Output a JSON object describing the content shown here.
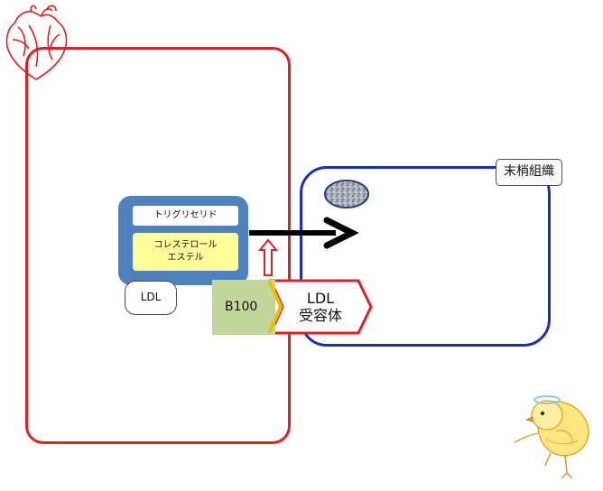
{
  "tissue": {
    "label": "末梢組織"
  },
  "ldl": {
    "triglyceride_label": "トリグリセリド",
    "cholesterol_ester_line1": "コレステロール",
    "cholesterol_ester_line2": "エステル",
    "label": "LDL"
  },
  "b100": {
    "label": "B100"
  },
  "receptor": {
    "line1": "LDL",
    "line2": "受容体"
  },
  "colors": {
    "blood_vessel_border": "#e02020",
    "tissue_border": "#1a2fb5",
    "ldl_particle": "#4f81bd",
    "cholesterol_ester_fill": "#ffff99",
    "b100_fill": "#c3d69b",
    "receptor_border": "#e02020"
  },
  "icons": {
    "heart": "heart-icon",
    "chick": "chick-icon",
    "granule": "granule-icon"
  }
}
